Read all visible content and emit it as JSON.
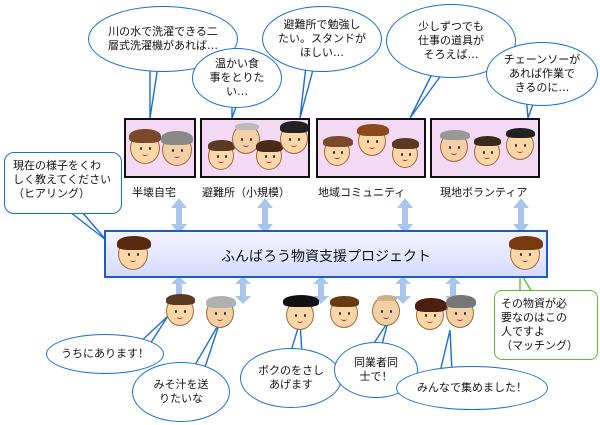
{
  "project_title": "ふんばろう物資支援プロジェクト",
  "hearing_box": "現在の様子をくわ\nしく教えてください\n（ヒアリング）",
  "matching_box": "その物資が必\n要なのはこの\n人ですよ\n（マッチング）",
  "panels": [
    {
      "label": "半壊自宅"
    },
    {
      "label": "避難所（小規模）"
    },
    {
      "label": "地域コミュニティ"
    },
    {
      "label": "現地ボランティア"
    }
  ],
  "top_bubbles": [
    {
      "text": "川の水で洗濯できる二\n層式洗濯機があれば…"
    },
    {
      "text": "温かい食\n事をとりた\nい…"
    },
    {
      "text": "避難所で勉強し\nたい。スタンドが\nほしい…"
    },
    {
      "text": "少しずつでも\n仕事の道具が\nそろえば…"
    },
    {
      "text": "チェーンソーが\nあれば作業で\nきるのに…"
    }
  ],
  "bottom_bubbles": [
    {
      "text": "うちにあります！"
    },
    {
      "text": "みそ汁を送\nりたいな"
    },
    {
      "text": "ボクのをさし\nあげます"
    },
    {
      "text": "同業者同\n士で！"
    },
    {
      "text": "みんなで集めました！"
    }
  ],
  "colors": {
    "bubble_border": "#1a6fd0",
    "panel_bg": "#f4d9f4",
    "banner_border": "#1a5fc0",
    "matching_border": "#5fbf2a",
    "arrow": "#a9c6ea"
  }
}
